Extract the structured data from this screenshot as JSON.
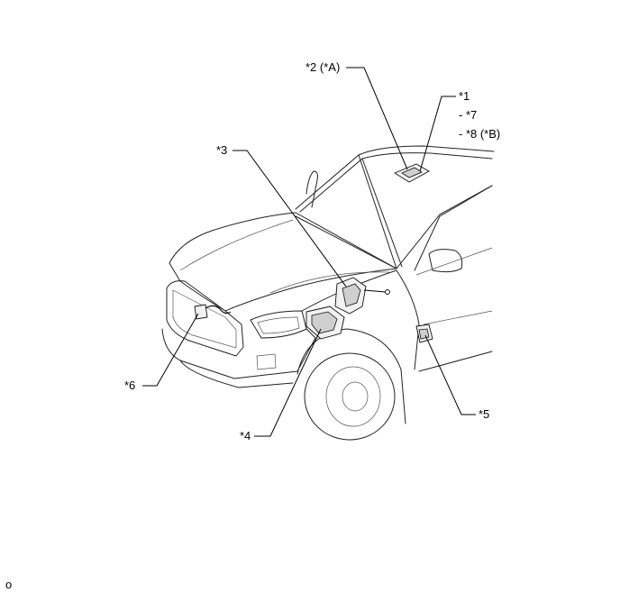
{
  "callouts": {
    "c2": "*2 (*A)",
    "c1": "*1",
    "c7": "- *7",
    "c8": "- *8 (*B)",
    "c3": "*3",
    "c6": "*6",
    "c4": "*4",
    "c5": "*5"
  },
  "footer_mark": "o"
}
